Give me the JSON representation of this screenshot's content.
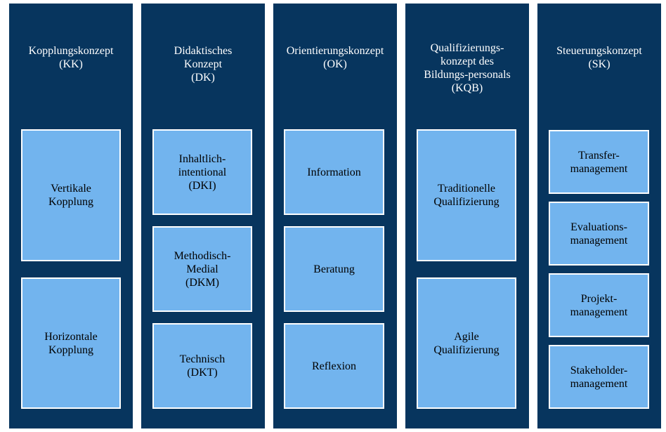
{
  "colors": {
    "column": "#07355e",
    "box": "#72b4ee",
    "box_border": "#ffffff"
  },
  "columns": [
    {
      "title": "Kopplungskonzept\n(KK)",
      "boxes": [
        "Vertikale\nKopplung",
        "Horizontale\nKopplung"
      ]
    },
    {
      "title": "Didaktisches\nKonzept\n(DK)",
      "boxes": [
        "Inhaltlich-\nintentional\n(DKI)",
        "Methodisch-\nMedial\n(DKM)",
        "Technisch\n(DKT)"
      ]
    },
    {
      "title": "Orientierungskonzept\n(OK)",
      "boxes": [
        "Information",
        "Beratung",
        "Reflexion"
      ]
    },
    {
      "title": "Qualifizierungs-\nkonzept des\nBildungs-personals\n(KQB)",
      "boxes": [
        "Traditionelle\nQualifizierung",
        "Agile\nQualifizierung"
      ]
    },
    {
      "title": "Steuerungskonzept\n(SK)",
      "boxes": [
        "Transfer-\nmanagement",
        "Evaluations-\nmanagement",
        "Projekt-\nmanagement",
        "Stakeholder-\nmanagement"
      ]
    }
  ]
}
